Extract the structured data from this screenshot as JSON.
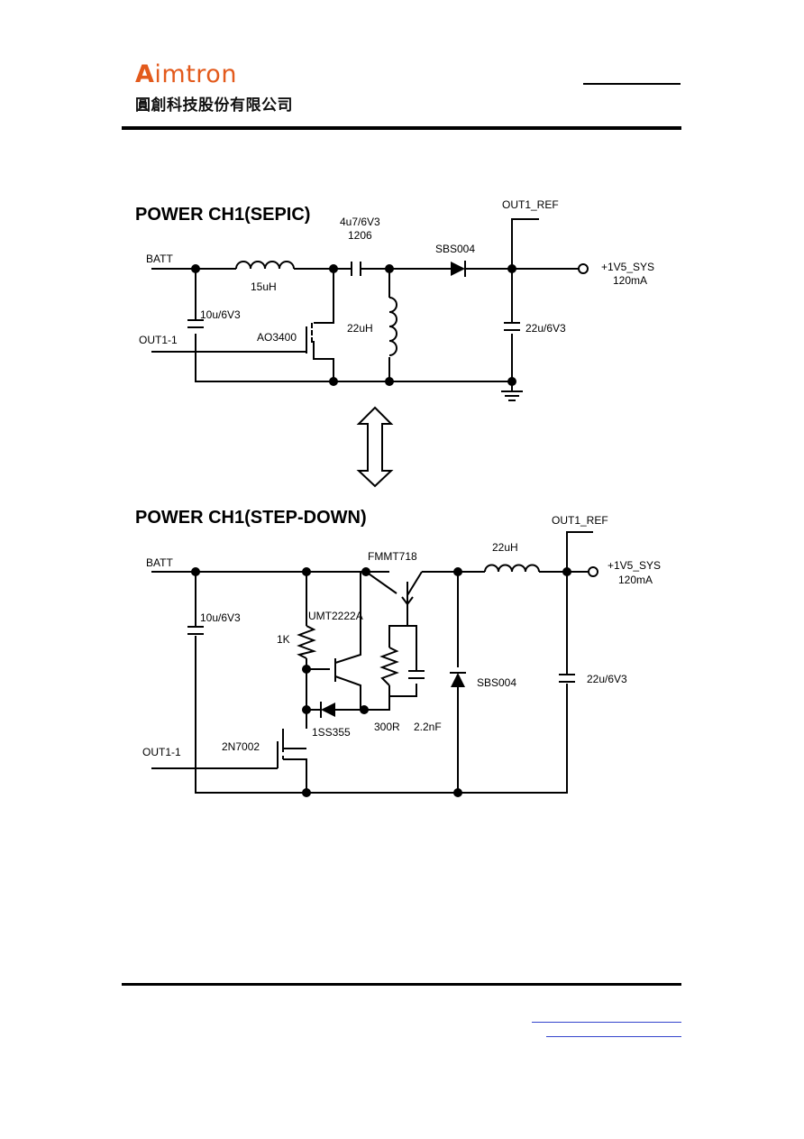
{
  "header": {
    "logo_text": "imtron",
    "logo_letter": "A",
    "company_cn": "圓創科技股份有限公司"
  },
  "sepic": {
    "title": "POWER CH1(SEPIC)",
    "batt": "BATT",
    "out1": "OUT1-1",
    "l1": "15uH",
    "c_in": "10u/6V3",
    "fet": "AO3400",
    "c_couple_a": "4u7/6V3",
    "c_couple_b": "1206",
    "l2": "22uH",
    "diode": "SBS004",
    "c_out": "22u/6V3",
    "ref": "OUT1_REF",
    "out_net": "+1V5_SYS",
    "out_cur": "120mA"
  },
  "stepdown": {
    "title": "POWER CH1(STEP-DOWN)",
    "batt": "BATT",
    "out1": "OUT1-1",
    "c_in": "10u/6V3",
    "r1": "1K",
    "q1": "UMT2222A",
    "q2": "FMMT718",
    "d1": "1SS355",
    "fet": "2N7002",
    "r2": "300R",
    "c2": "2.2nF",
    "l1": "22uH",
    "diode": "SBS004",
    "c_out": "22u/6V3",
    "ref": "OUT1_REF",
    "out_net": "+1V5_SYS",
    "out_cur": "120mA"
  }
}
